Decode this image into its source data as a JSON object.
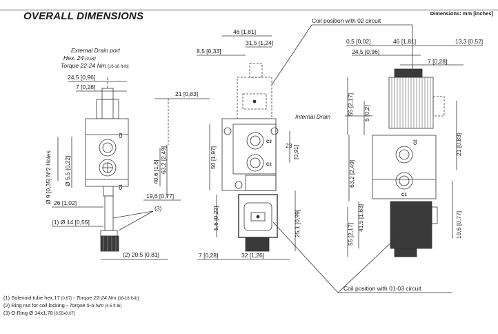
{
  "header": {
    "title": "OVERALL DIMENSIONS",
    "units": "Dimensions: mm [inches]"
  },
  "callouts": {
    "coil_02": "Coil position with 02 circuit",
    "coil_0103": "Coil position with 01-03 circuit",
    "internal_drain": "Internal Drain"
  },
  "drain_port": {
    "line1": "External Drain port",
    "line2": "Hex. 24",
    "line2_note": "[0,94]",
    "line3": "Torque 22-24 Nm",
    "line3_note": "[16-18 ft-lb]"
  },
  "left_view": {
    "d_245": "24,5 [0,96]",
    "d_7": "7 [0,28]",
    "d_21": "21 [0,83]",
    "d_55": "Ø 5,5 [0,22]",
    "d_9": "Ø 9 [0,35] Nº2 Holes",
    "d_16": "40,6 [1,6]",
    "d_632": "63,2 [2,49]",
    "d_196": "19,6 [0,77]",
    "d_26": "26 [1,02]",
    "d_14": "(1)  Ø 14 [0,55]",
    "mark3": "(3)",
    "d_205": "(2)  20,5 [0,81]"
  },
  "mid_view": {
    "d_46": "46 [1,81]",
    "d_315": "31,5 [1,24]",
    "d_85": "8,5 [0,33]",
    "d_50": "50 [1,97]",
    "d_23a": "23",
    "d_23b": "[0,91]",
    "d_56": "5,6 [0,22]",
    "d_251": "25,1 [0,99]",
    "d_7": "7 [0,28]",
    "d_32": "32 [1,26]",
    "port_c3": "C3",
    "port_c2": "C2",
    "port_c1": "C1"
  },
  "right_view": {
    "d_05": "0,5 [0,02]",
    "d_46": "46 [1,81]",
    "d_133": "13,3 [0,52]",
    "d_245": "24,5 [0,96]",
    "d_7": "7 [0,28]",
    "d_55top": "55 [2,17]",
    "d_5": "5 [0,2]",
    "d_21": "21 [0,83]",
    "d_632": "63,2 [2,49]",
    "d_415": "41,5 [1,63]",
    "d_55bot": "55 [2,17]",
    "d_196": "19,6 [0,77]"
  },
  "notes": [
    {
      "prefix": "(1) Solenoid tube hex.17",
      "small": "[0,67]",
      "mid": " - ",
      "italic": "Torque 22-24 Nm",
      "tail": "[16-18 ft-lb]"
    },
    {
      "prefix": "(2) Ring nut for coil locking - ",
      "small": "",
      "mid": "",
      "italic": "Torque 5-6 Nm",
      "tail": "[4-5 ft-lb]"
    },
    {
      "prefix": "(3) O-Ring Ø 14x1,78",
      "small": "[0,55x0,07]",
      "mid": "",
      "italic": "",
      "tail": ""
    }
  ],
  "colors": {
    "line": "#333333",
    "text": "#1a1a1a",
    "coil_dark": "#3a3a3a"
  }
}
